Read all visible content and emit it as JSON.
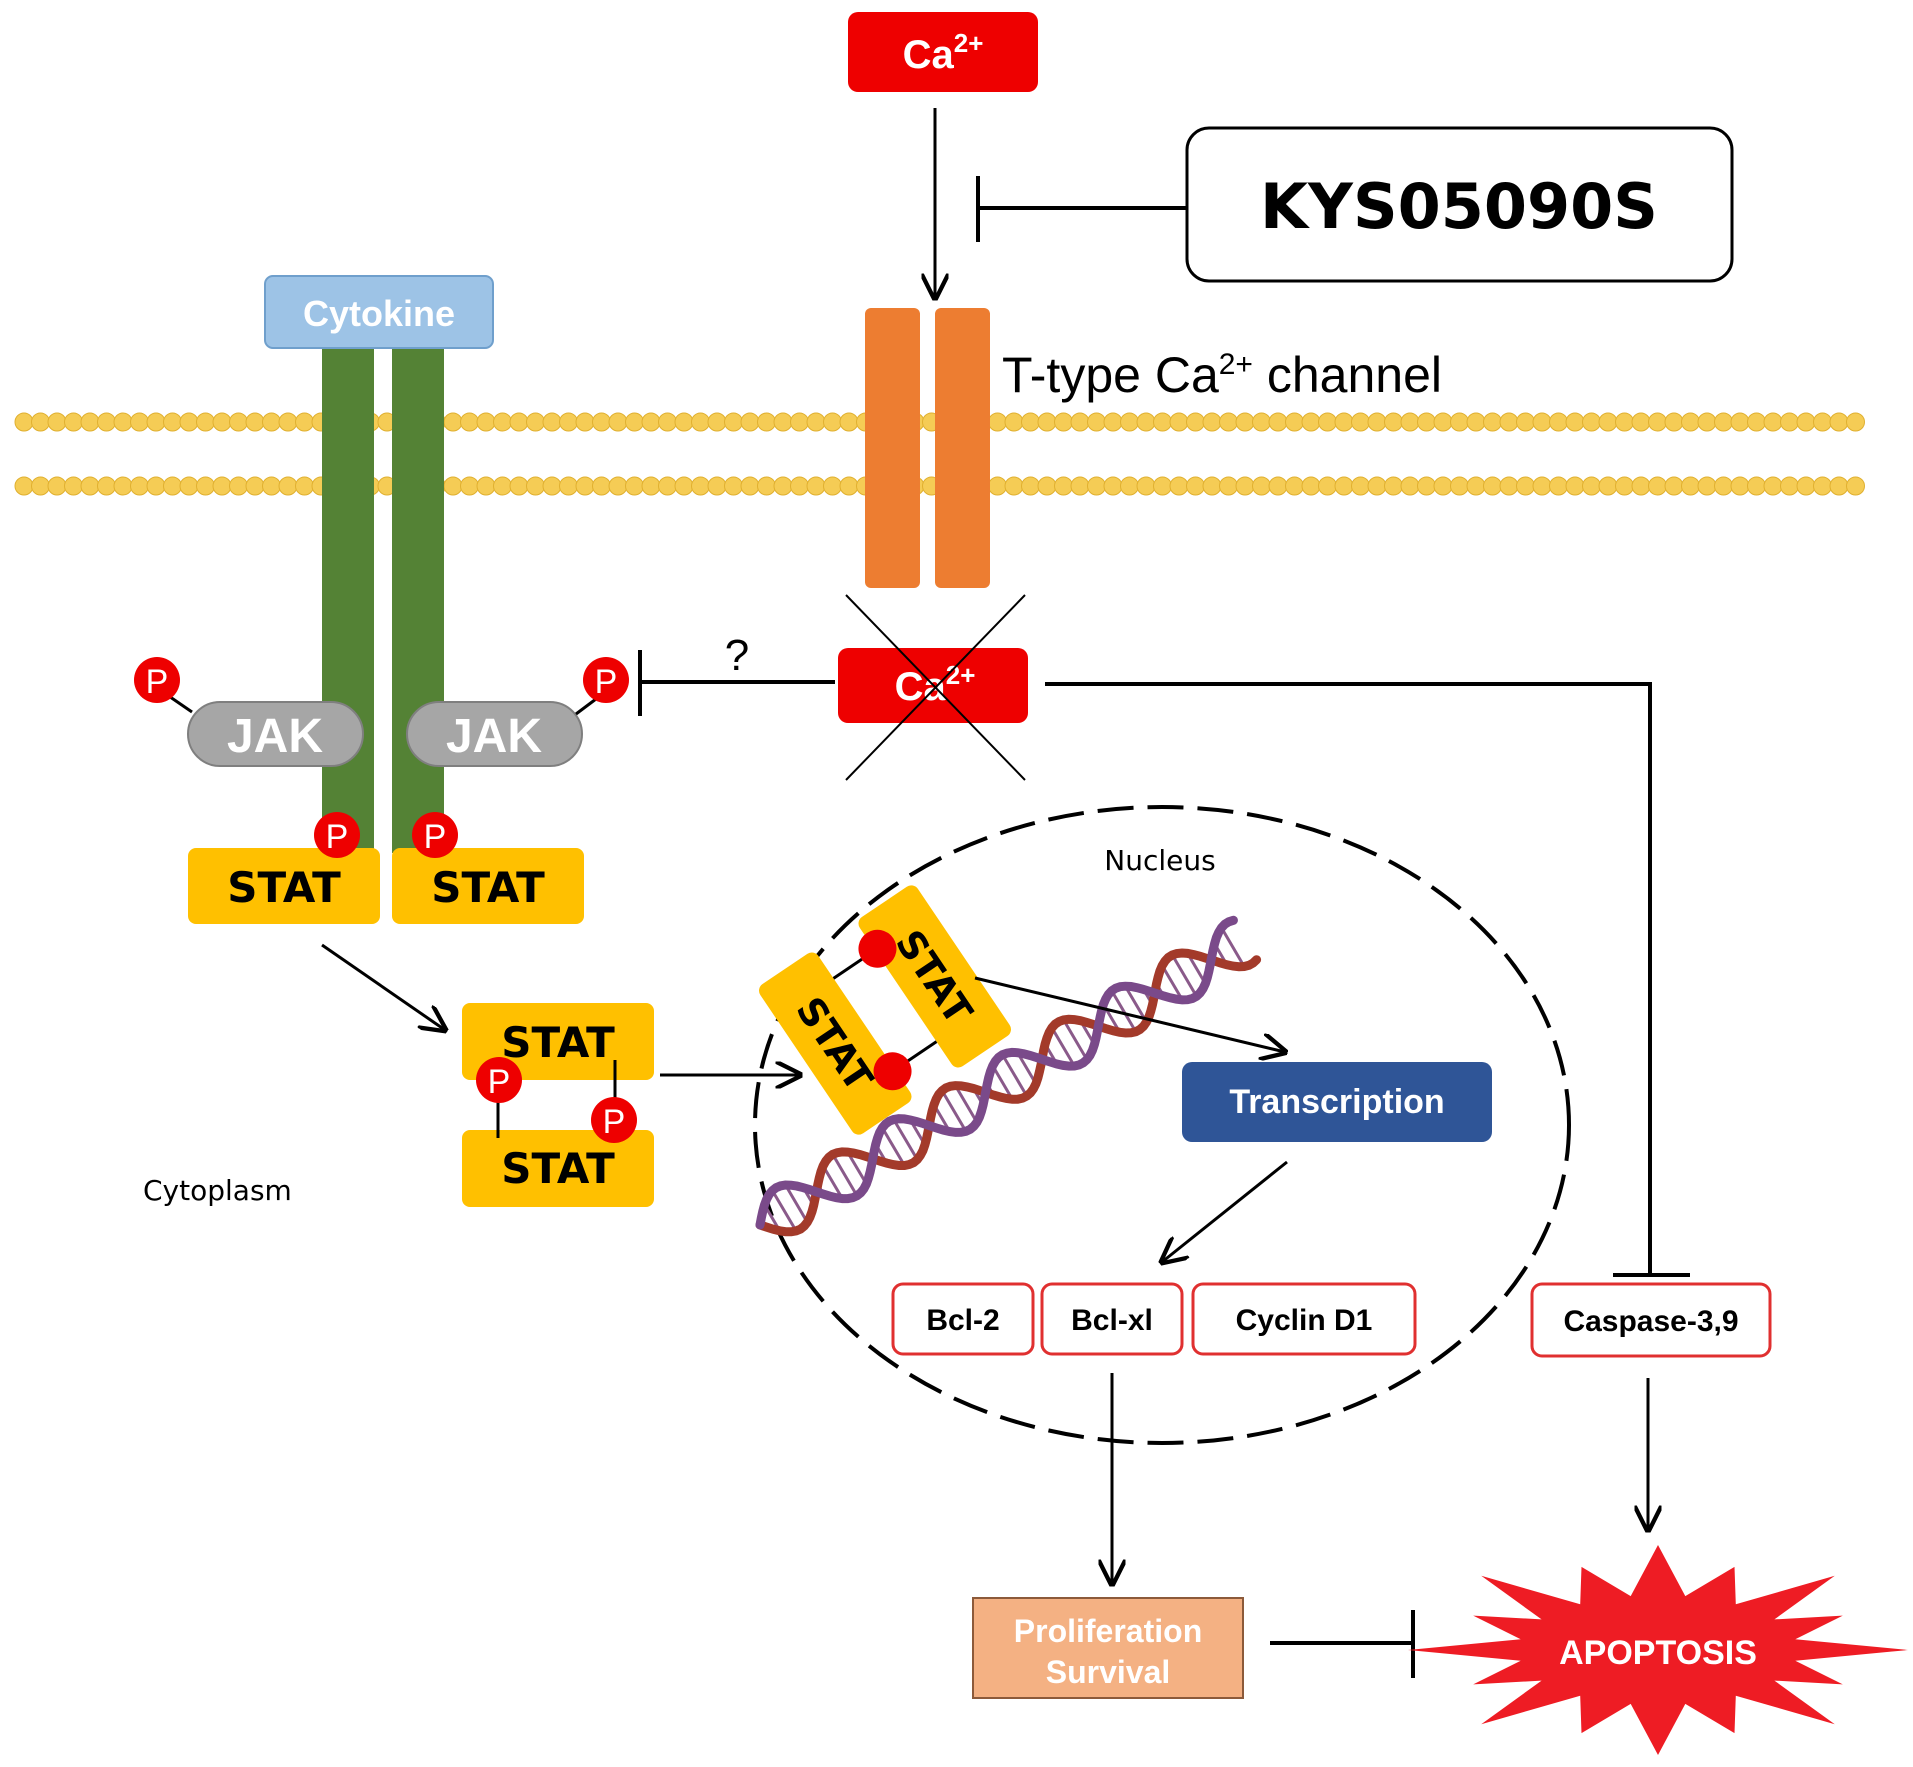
{
  "ca_top": {
    "base": "Ca",
    "sup": "2+"
  },
  "ca_mid": {
    "base": "Ca",
    "sup": "2+"
  },
  "inhibitor": "KYS05090S",
  "cytokine": "Cytokine",
  "channel": {
    "pre": "T-type Ca",
    "sup": "2+",
    "post": " channel"
  },
  "question_mark": "?",
  "jak": [
    "JAK",
    "JAK"
  ],
  "phospho": "P",
  "stat": "STAT",
  "nucleus": "Nucleus",
  "cytoplasm": "Cytoplasm",
  "transcription": "Transcription",
  "genes": [
    "Bcl-2",
    "Bcl-xl",
    "Cyclin D1"
  ],
  "caspase": "Caspase-3,9",
  "outcome": [
    "Proliferation",
    "Survival"
  ],
  "apoptosis": "APOPTOSIS",
  "colors": {
    "calcium": "#ee0000",
    "membrane": "#f2c94c",
    "receptor": "#548235",
    "channel": "#ed7d31",
    "jak": "#a6a6a6",
    "stat": "#ffc000",
    "transcription": "#2f5597",
    "cytokine": "#9dc3e6",
    "outcome": "#f4b183",
    "gene_border": "#e03030"
  }
}
